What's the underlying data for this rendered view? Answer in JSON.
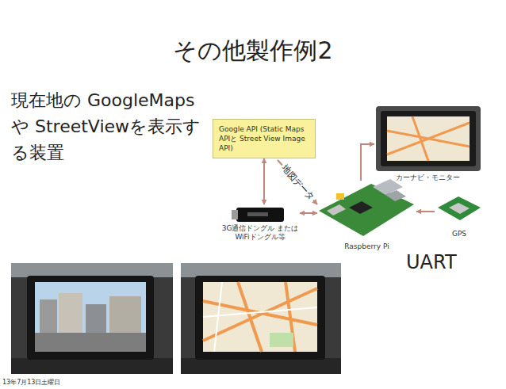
{
  "diagram": {
    "title": "その他製作例2",
    "nodes": [
      {
        "text": [
          "Google API (Static Maps APIと Street View Image API)"
        ]
      },
      {
        "text": [
          "3G通信ドングル または WiFiドングル等"
        ]
      },
      {
        "text": [
          "Raspberry Pi"
        ]
      },
      {
        "text": [
          "カーナビ・モニター"
        ]
      },
      {
        "text": [
          "GPS"
        ]
      }
    ],
    "edges": [
      {
        "from": 0,
        "to": 1,
        "arrow": "both"
      },
      {
        "from": 1,
        "to": 2,
        "arrow": "both"
      },
      {
        "from": 0,
        "to": 2,
        "label": "地図データ",
        "arrow": "to"
      },
      {
        "from": 2,
        "to": 3,
        "arrow": "to"
      },
      {
        "from": 4,
        "to": 2,
        "arrow": "to"
      }
    ],
    "labels": [
      "現在地の GoogleMapsや StreetViewを表示する装置",
      "UART",
      "13年7月13日土曜日"
    ]
  }
}
